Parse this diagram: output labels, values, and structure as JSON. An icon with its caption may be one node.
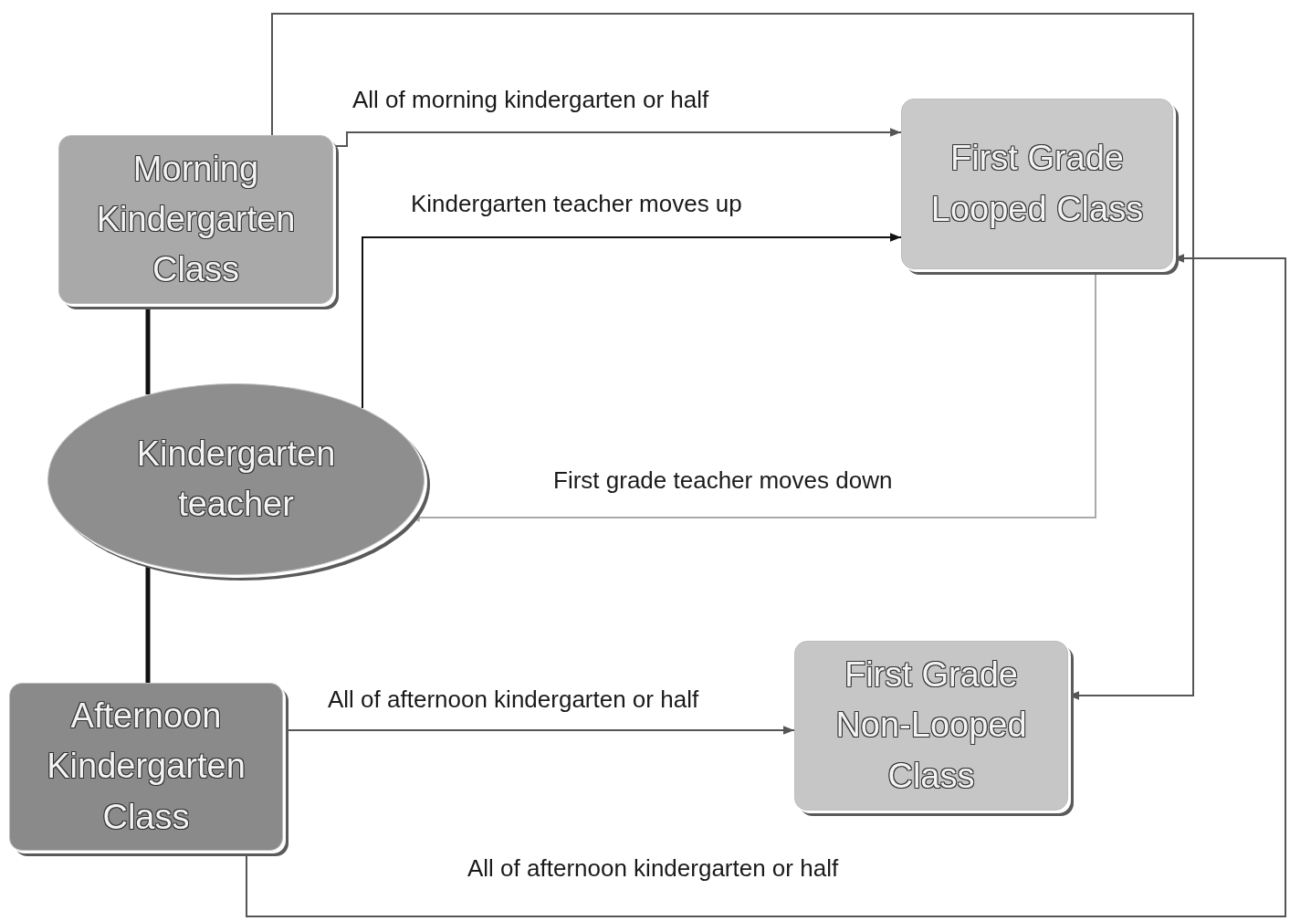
{
  "diagram": {
    "nodes": [
      {
        "text": [
          "Morning Kindergarten Class"
        ]
      },
      {
        "text": [
          "First Grade Looped Class"
        ]
      },
      {
        "text": [
          "Kindergarten teacher"
        ]
      },
      {
        "text": [
          "Afternoon Kindergarten Class"
        ]
      },
      {
        "text": [
          "First Grade Non-Looped Class"
        ]
      }
    ],
    "edges": [
      {
        "from": 0,
        "to": 1,
        "arrow": "to",
        "label": "All of morning kindergarten or half"
      },
      {
        "from": 2,
        "to": 1,
        "arrow": "to",
        "label": "Kindergarten teacher moves up",
        "color": "#111111"
      },
      {
        "from": 1,
        "to": 2,
        "arrow": "to",
        "label": "First grade teacher moves down",
        "color": "#aaaaaa"
      },
      {
        "from": 0,
        "to": 4,
        "arrow": "to"
      },
      {
        "from": 3,
        "to": 4,
        "arrow": "to",
        "label": "All of afternoon kindergarten or half"
      },
      {
        "from": 3,
        "to": 1,
        "arrow": "to",
        "label": "All of afternoon kindergarten or half"
      },
      {
        "from": 0,
        "to": 2,
        "arrow": "none",
        "style": "thick",
        "color": "#111111"
      },
      {
        "from": 2,
        "to": 3,
        "arrow": "none",
        "style": "thick",
        "color": "#111111"
      }
    ]
  }
}
